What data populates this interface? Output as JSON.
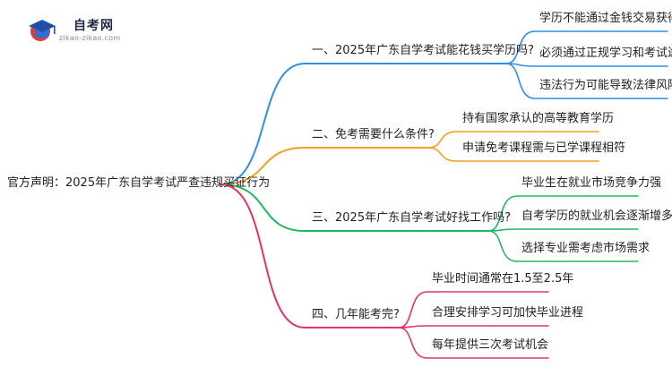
{
  "logo": {
    "title": "自考网",
    "url": "zikao-zikao.com"
  },
  "root": {
    "label": "官方声明：2025年广东自学考试严查违规买证行为"
  },
  "branches": [
    {
      "label": "一、2025年广东自学考试能花钱买学历吗?",
      "color": "#2f8fe8",
      "leaves": [
        "学历不能通过金钱交易获得",
        "必须通过正规学习和考试途径",
        "违法行为可能导致法律风险"
      ]
    },
    {
      "label": "二、免考需要什么条件?",
      "color": "#f0a21a",
      "leaves": [
        "持有国家承认的高等教育学历",
        "申请免考课程需与已学课程相符"
      ]
    },
    {
      "label": "三、2025年广东自学考试好找工作吗?",
      "color": "#22b860",
      "leaves": [
        "毕业生在就业市场竞争力强",
        "自考学历的就业机会逐渐增多",
        "选择专业需考虑市场需求"
      ]
    },
    {
      "label": "四、几年能考完?",
      "color": "#e8306c",
      "leaves": [
        "毕业时间通常在1.5至2.5年",
        "合理安排学习可加快毕业进程",
        "每年提供三次考试机会"
      ]
    }
  ]
}
